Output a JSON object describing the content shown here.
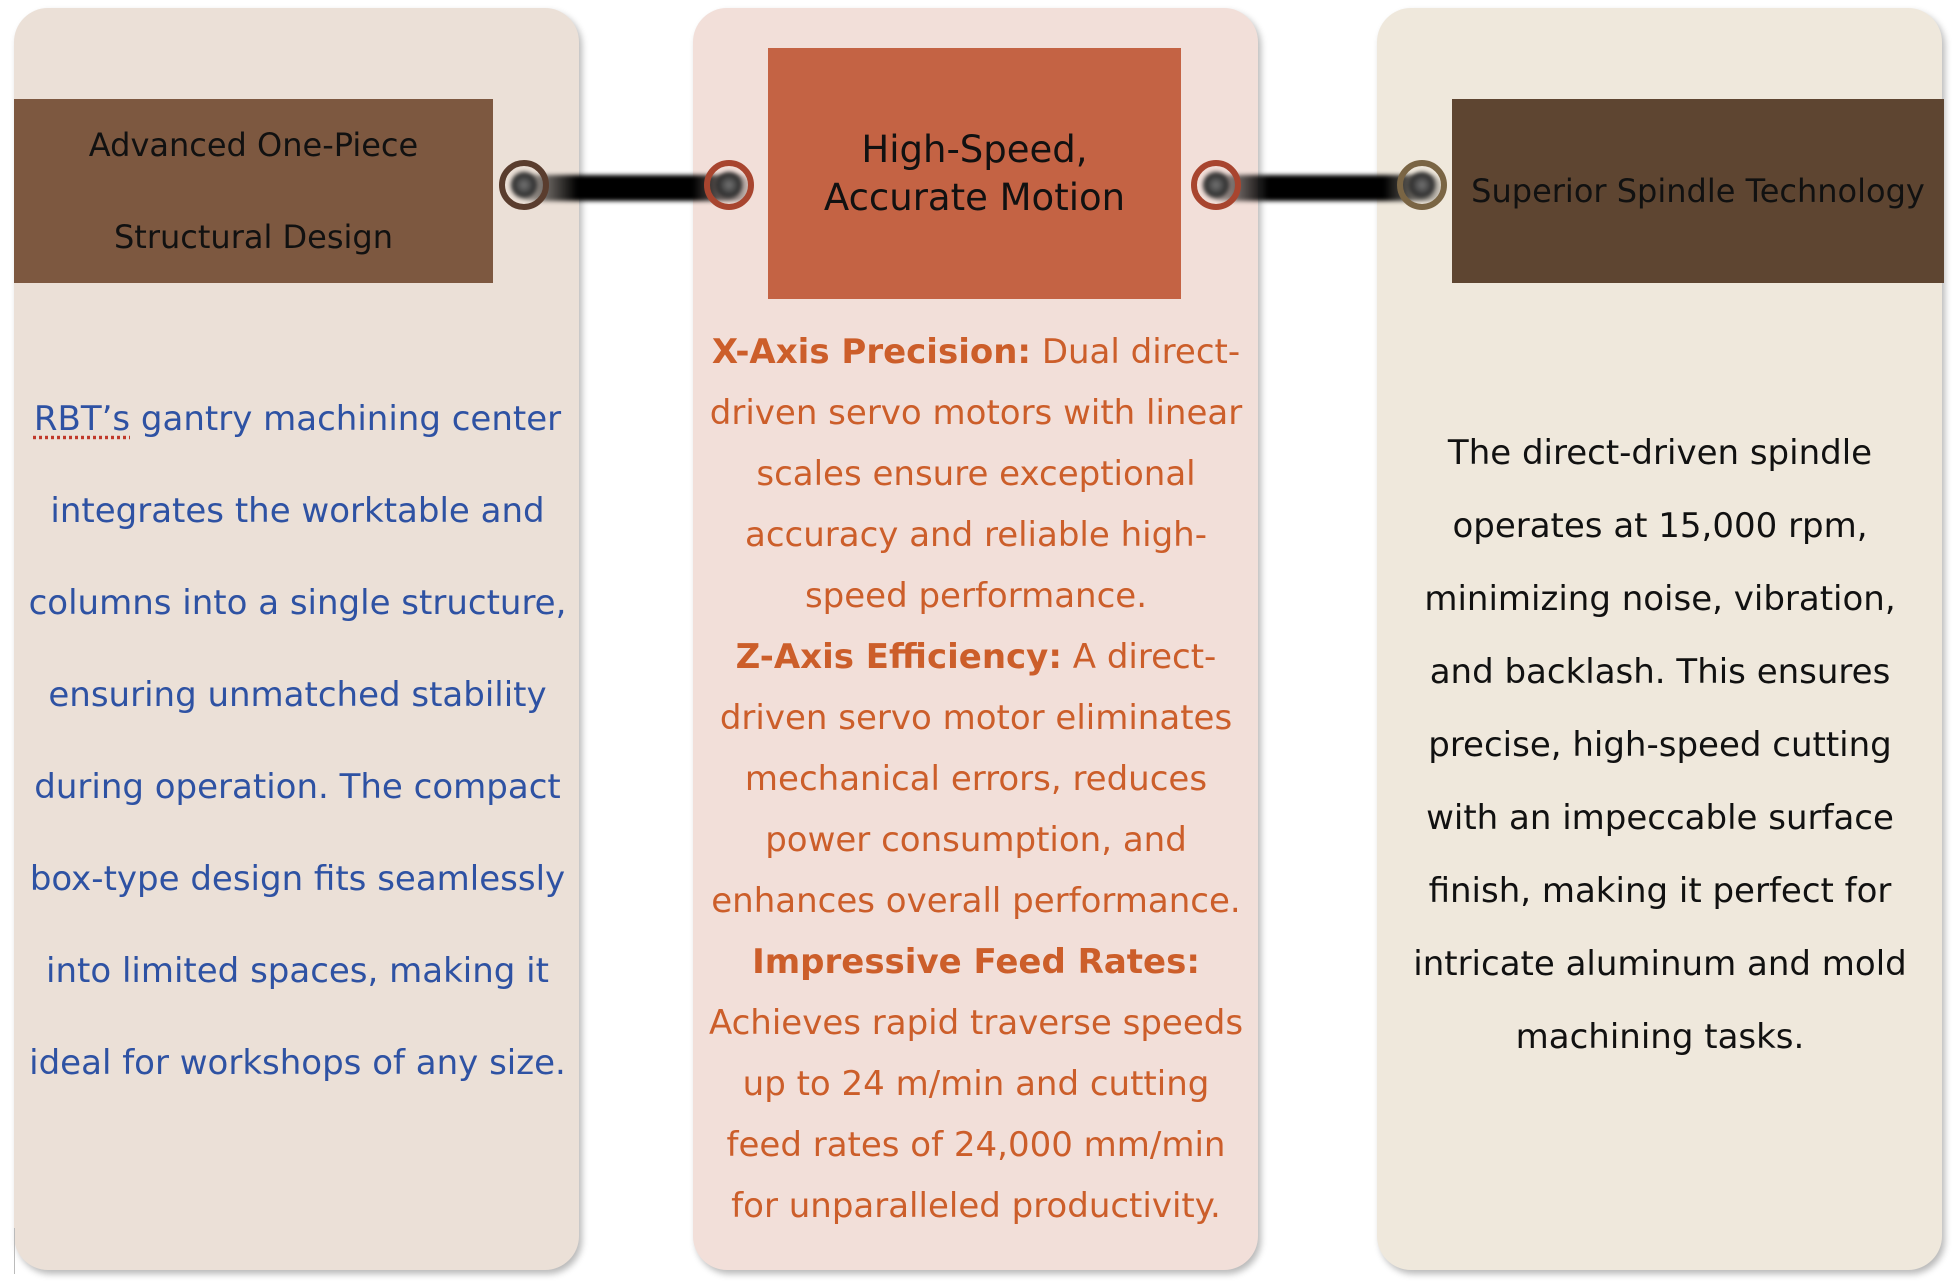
{
  "colors": {
    "left_card_bg": "#ebe0d7",
    "middle_card_bg": "#f2dfd9",
    "right_card_bg": "#efe8dc",
    "left_header_bg": "#7d5840",
    "middle_header_bg": "#c46344",
    "right_header_bg": "#5e4531",
    "left_text": "#2e52a3",
    "middle_text": "#cc5e2a",
    "right_text": "#111111",
    "header_text": "#111111",
    "ring_left": "#5a3d2e",
    "ring_middle": "#a8452f",
    "ring_right": "#7a6544"
  },
  "icons": {
    "connector_knob": "ring-knob-icon"
  },
  "left": {
    "title": "Advanced One-Piece Structural Design",
    "brand": "RBT’s",
    "body": " gantry machining center integrates the worktable and columns into a single structure, ensuring unmatched stability during operation. The compact box-type design fits seamlessly into limited spaces, making it ideal for workshops of any size."
  },
  "middle": {
    "title": "High-Speed, Accurate Motion",
    "items": [
      {
        "label": "X-Axis Precision:",
        "text": " Dual direct-driven servo motors with linear scales ensure exceptional accuracy and reliable high-speed performance."
      },
      {
        "label": "Z-Axis Efficiency:",
        "text": " A direct-driven servo motor eliminates mechanical errors, reduces power consumption, and enhances overall performance."
      },
      {
        "label": "Impressive Feed Rates:",
        "text": " Achieves rapid traverse speeds up to 24 m/min and cutting feed rates of 24,000 mm/min for unparalleled productivity."
      }
    ]
  },
  "right": {
    "title": "Superior Spindle Technology",
    "body": "The direct-driven spindle operates at 15,000 rpm, minimizing noise, vibration, and backlash. This ensures precise, high-speed cutting with an impeccable surface finish, making it perfect for intricate aluminum and mold machining tasks."
  }
}
